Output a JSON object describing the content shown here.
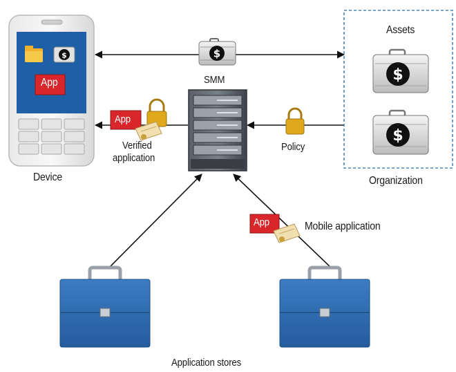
{
  "labels": {
    "smm": "SMM",
    "assets": "Assets",
    "organization": "Organization",
    "device": "Device",
    "verified_line1": "Verified",
    "verified_line2": "application",
    "policy": "Policy",
    "mobile_application": "Mobile application",
    "application_stores": "Application stores",
    "app_badge": "App"
  },
  "icons": {
    "device": "smartphone-icon",
    "server": "server-rack-icon",
    "asset": "money-briefcase-icon",
    "lock": "padlock-icon",
    "certificate": "certificate-icon",
    "store": "briefcase-icon"
  },
  "colors": {
    "phone_screen": "#1f5fa8",
    "app_red": "#d8262a",
    "store_blue": "#2f6db3",
    "server_dark": "#4a4f57",
    "lock_gold": "#e0a81c",
    "org_border": "#4a86b8"
  }
}
